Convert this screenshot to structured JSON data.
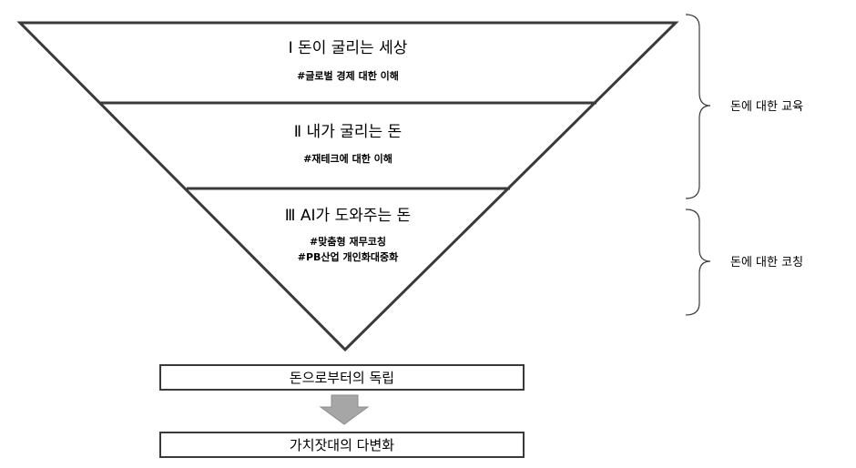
{
  "levels": [
    {
      "title": "Ⅰ 돈이 굴리는 세상",
      "subs": [
        "#글로벌 경제 대한 이해"
      ]
    },
    {
      "title": "Ⅱ 내가 굴리는 돈",
      "subs": [
        "#재테크에 대한 이해"
      ]
    },
    {
      "title": "Ⅲ AI가 도와주는 돈",
      "subs": [
        "#맞춤형 재무코칭",
        "#PB산업 개인화대중화"
      ]
    }
  ],
  "braces": [
    {
      "label": "돈에 대한 교육"
    },
    {
      "label": "돈에 대한 코칭"
    }
  ],
  "outcome": {
    "box1": "돈으로부터의 독립",
    "box2": "가치잣대의 다변화"
  },
  "colors": {
    "line": "#3a3a3a",
    "arrow": "#a6a6a6"
  }
}
